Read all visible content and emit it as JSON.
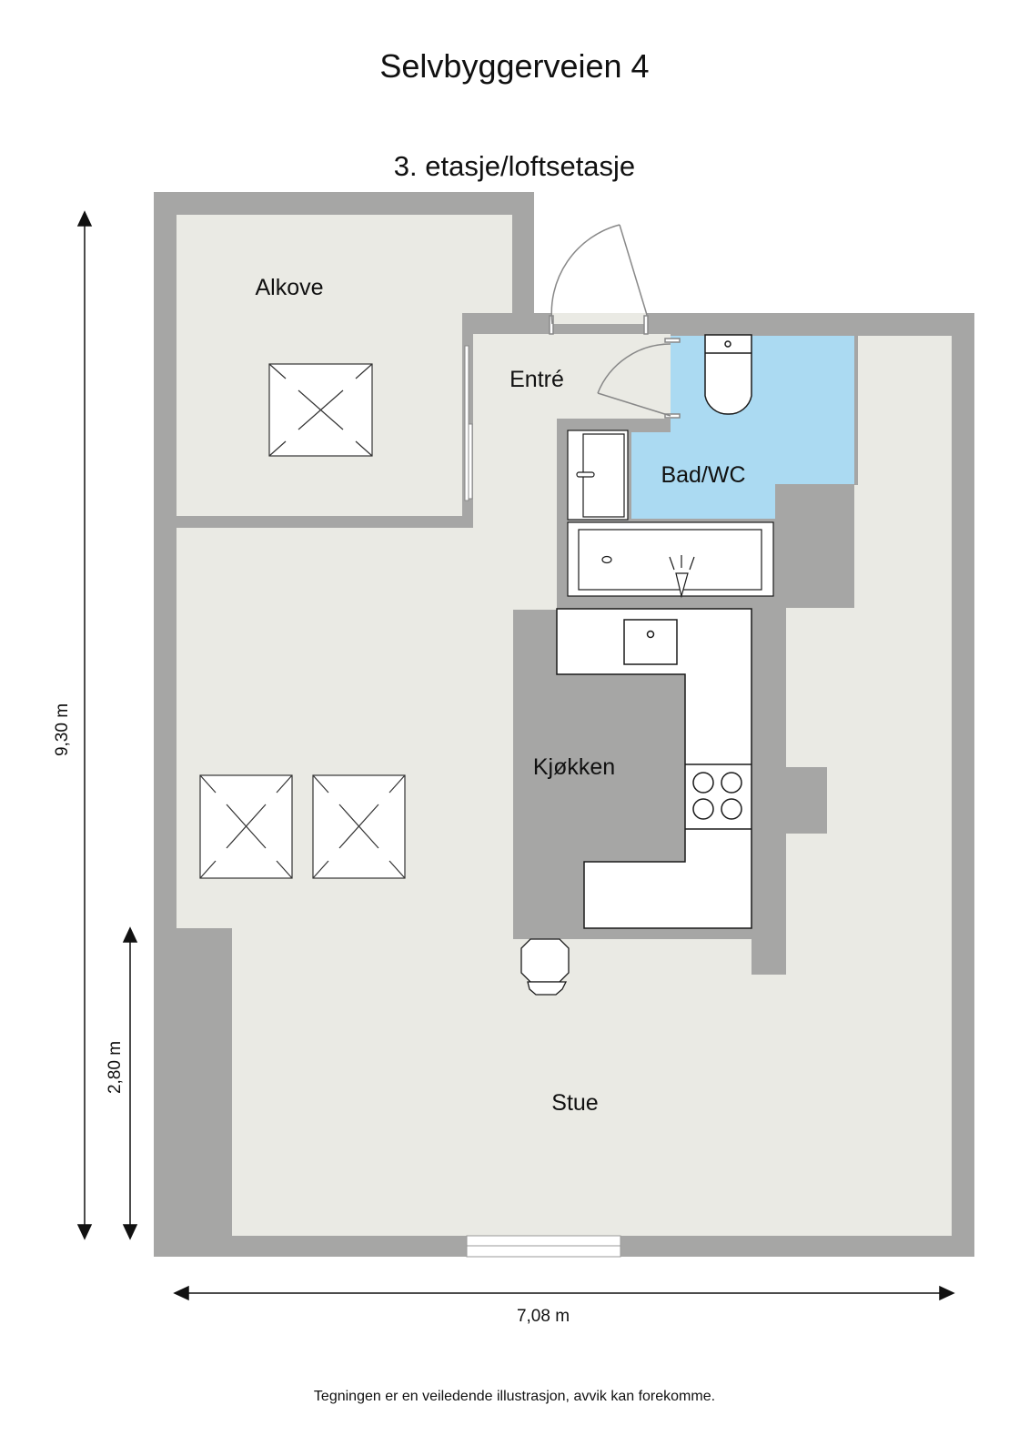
{
  "header": {
    "title": "Selvbyggerveien 4",
    "floor": "3. etasje/loftsetasje"
  },
  "rooms": {
    "alkove": "Alkove",
    "entre": "Entré",
    "bad": "Bad/WC",
    "kjokken": "Kjøkken",
    "stue": "Stue"
  },
  "dimensions": {
    "height_total": "9,30 m",
    "height_partial": "2,80 m",
    "width_total": "7,08 m"
  },
  "footer": {
    "note": "Tegningen er en veiledende illustrasjon, avvik kan forekomme."
  },
  "colors": {
    "wall": "#a6a6a5",
    "floor": "#eaeae4",
    "bathroom": "#abdaf2",
    "fixture": "#ffffff",
    "line": "#1a1a1a"
  }
}
